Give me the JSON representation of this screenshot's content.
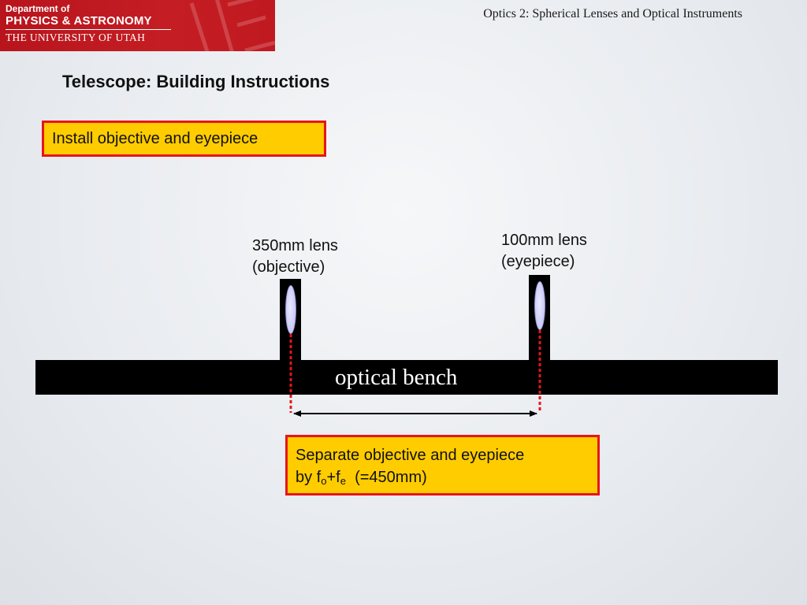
{
  "header": {
    "logo_dept": "Department of",
    "logo_name": "PHYSICS & ASTRONOMY",
    "logo_university": "THE UNIVERSITY OF UTAH",
    "course_title": "Optics 2: Spherical Lenses and Optical Instruments"
  },
  "slide": {
    "title": "Telescope: Building Instructions"
  },
  "callouts": {
    "install": "Install objective and eyepiece",
    "separate_line1": "Separate objective and eyepiece",
    "separate_by": "by f",
    "separate_sub_o": "o",
    "separate_plus": "+f",
    "separate_sub_e": "e",
    "separate_value": "(=450mm)"
  },
  "diagram": {
    "objective_label_line1": "350mm lens",
    "objective_label_line2": "(objective)",
    "eyepiece_label_line1": "100mm lens",
    "eyepiece_label_line2": "(eyepiece)",
    "bench_label": "optical bench"
  },
  "colors": {
    "logo_red": "#c41e24",
    "callout_fill": "#ffcc00",
    "callout_border": "#e8141a",
    "dotted_line": "#e8141a",
    "lens_fill": "#c8c8f4"
  }
}
